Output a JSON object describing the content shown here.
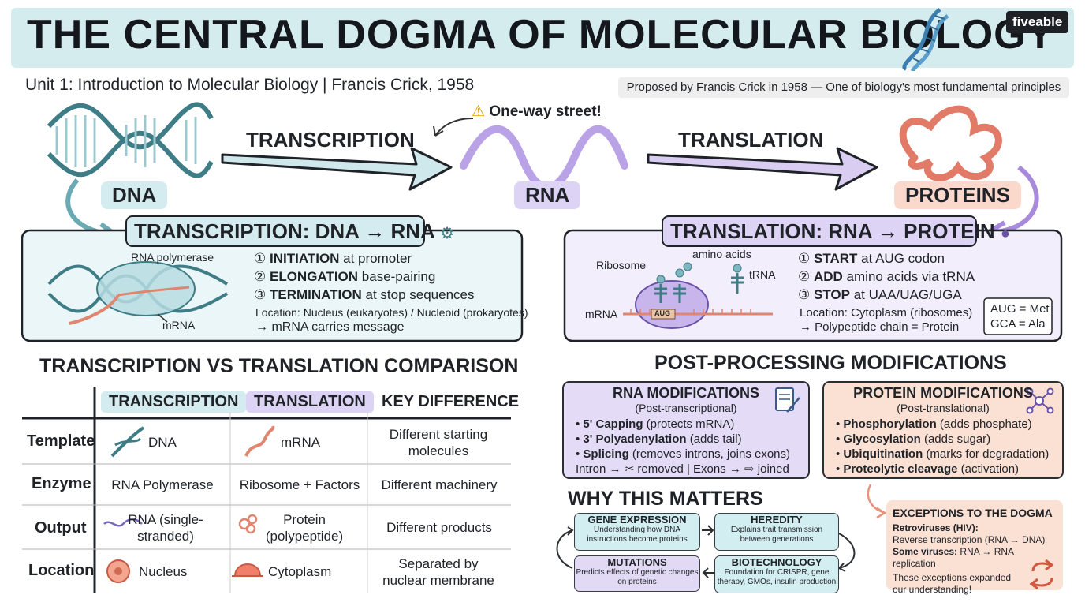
{
  "header": {
    "title": "THE CENTRAL DOGMA OF MOLECULAR BIOLOGY",
    "logo": "fiveable",
    "subtitle": "Unit 1: Introduction to Molecular Biology | Francis Crick, 1958",
    "proposed": "Proposed by Francis Crick in 1958 — One of biology's most fundamental principles"
  },
  "flow": {
    "dna": "DNA",
    "rna": "RNA",
    "proteins": "PROTEINS",
    "transcription_arrow": "TRANSCRIPTION",
    "translation_arrow": "TRANSLATION",
    "one_way": "One-way street!"
  },
  "transcription_card": {
    "title": "TRANSCRIPTION: DNA → RNA",
    "polymerase_label": "RNA polymerase",
    "mrna_label": "mRNA",
    "steps": [
      {
        "num": "①",
        "bold": "INITIATION",
        "rest": " at promoter"
      },
      {
        "num": "②",
        "bold": "ELONGATION",
        "rest": " base-pairing"
      },
      {
        "num": "③",
        "bold": "TERMINATION",
        "rest": " at stop sequences"
      }
    ],
    "location": "Location: Nucleus (eukaryotes) / Nucleoid (prokaryotes)",
    "carries": "→ mRNA carries message"
  },
  "translation_card": {
    "title": "TRANSLATION: RNA → PROTEIN",
    "ribosome_label": "Ribosome",
    "amino_label": "amino acids",
    "trna_label": "tRNA",
    "mrna_label": "mRNA",
    "codon": "AUG",
    "steps": [
      {
        "num": "①",
        "bold": "START",
        "rest": " at AUG codon"
      },
      {
        "num": "②",
        "bold": "ADD",
        "rest": " amino acids via tRNA"
      },
      {
        "num": "③",
        "bold": "STOP",
        "rest": " at UAA/UAG/UGA"
      }
    ],
    "location": "Location: Cytoplasm (ribosomes)",
    "chain": "→ Polypeptide chain = Protein",
    "codes": [
      "AUG = Met",
      "GCA = Ala"
    ]
  },
  "comparison": {
    "title": "TRANSCRIPTION VS TRANSLATION COMPARISON",
    "headers": [
      "TRANSCRIPTION",
      "TRANSLATION",
      "KEY DIFFERENCE"
    ],
    "rows": [
      {
        "label": "Template",
        "transcription": "DNA",
        "translation": "mRNA",
        "difference": "Different starting molecules"
      },
      {
        "label": "Enzyme",
        "transcription": "RNA Polymerase",
        "translation": "Ribosome + Factors",
        "difference": "Different machinery"
      },
      {
        "label": "Output",
        "transcription": "RNA (single-stranded)",
        "translation": "Protein (polypeptide)",
        "difference": "Different products"
      },
      {
        "label": "Location",
        "transcription": "Nucleus",
        "translation": "Cytoplasm",
        "difference": "Separated by nuclear membrane"
      }
    ]
  },
  "post_processing": {
    "title": "POST-PROCESSING MODIFICATIONS",
    "rna": {
      "title": "RNA MODIFICATIONS",
      "subtitle": "(Post-transcriptional)",
      "items": [
        {
          "bold": "5' Capping",
          "rest": " (protects mRNA)"
        },
        {
          "bold": "3' Polyadenylation",
          "rest": " (adds tail)"
        },
        {
          "bold": "Splicing",
          "rest": " (removes introns, joins exons)"
        }
      ],
      "intron_line": "Intron → ✂ removed | Exons → ⇨ joined"
    },
    "protein": {
      "title": "PROTEIN MODIFICATIONS",
      "subtitle": "(Post-translational)",
      "items": [
        {
          "bold": "Phosphorylation",
          "rest": " (adds phosphate)"
        },
        {
          "bold": "Glycosylation",
          "rest": " (adds sugar)"
        },
        {
          "bold": "Ubiquitination",
          "rest": " (marks for degradation)"
        },
        {
          "bold": "Proteolytic cleavage",
          "rest": " (activation)"
        }
      ]
    }
  },
  "why_matters": {
    "title": "WHY THIS MATTERS",
    "boxes": [
      {
        "title": "GENE EXPRESSION",
        "desc": "Understanding how DNA instructions become proteins",
        "color": "#d3eef0"
      },
      {
        "title": "HEREDITY",
        "desc": "Explains trait transmission between generations",
        "color": "#d3eef0"
      },
      {
        "title": "MUTATIONS",
        "desc": "Predicts effects of genetic changes on proteins",
        "color": "#e2d9f5"
      },
      {
        "title": "BIOTECHNOLOGY",
        "desc": "Foundation for CRISPR, gene therapy, GMOs, insulin production",
        "color": "#d3eef0"
      }
    ]
  },
  "exceptions": {
    "title": "EXCEPTIONS TO THE DOGMA",
    "retro_bold": "Retroviruses (HIV):",
    "retro_rest": "Reverse transcription (RNA → DNA)",
    "viruses_bold": "Some viruses:",
    "viruses_rest": " RNA → RNA replication",
    "note": "These exceptions expanded our understanding!"
  },
  "colors": {
    "teal": "#d4ecef",
    "purple": "#ddd3f4",
    "salmon": "#fad9cc"
  }
}
